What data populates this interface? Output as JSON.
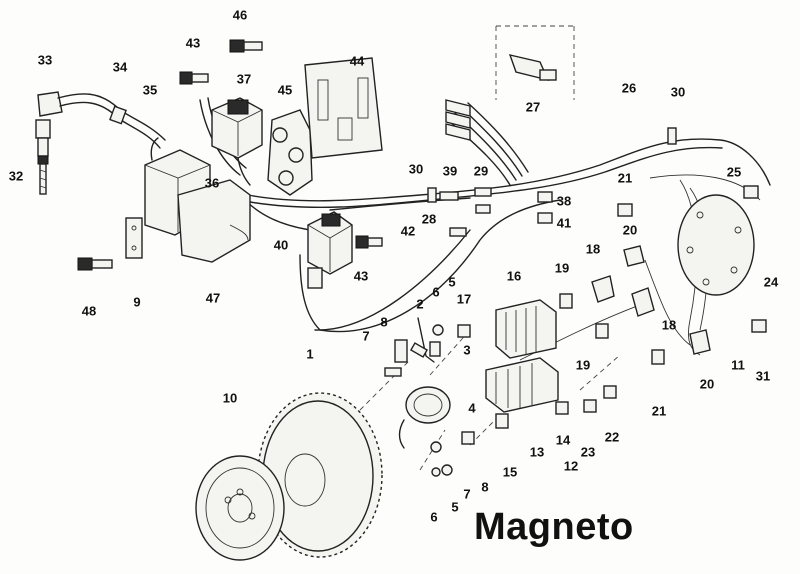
{
  "title": "Magneto",
  "callouts": [
    {
      "id": "c1",
      "text": "1"
    },
    {
      "id": "c2",
      "text": "2"
    },
    {
      "id": "c3",
      "text": "3"
    },
    {
      "id": "c4",
      "text": "4"
    },
    {
      "id": "c5a",
      "text": "5"
    },
    {
      "id": "c5b",
      "text": "5"
    },
    {
      "id": "c6a",
      "text": "6"
    },
    {
      "id": "c6b",
      "text": "6"
    },
    {
      "id": "c7a",
      "text": "7"
    },
    {
      "id": "c7b",
      "text": "7"
    },
    {
      "id": "c8a",
      "text": "8"
    },
    {
      "id": "c8b",
      "text": "8"
    },
    {
      "id": "c9",
      "text": "9"
    },
    {
      "id": "c10",
      "text": "10"
    },
    {
      "id": "c11",
      "text": "11"
    },
    {
      "id": "c12",
      "text": "12"
    },
    {
      "id": "c13",
      "text": "13"
    },
    {
      "id": "c14",
      "text": "14"
    },
    {
      "id": "c15",
      "text": "15"
    },
    {
      "id": "c16",
      "text": "16"
    },
    {
      "id": "c17",
      "text": "17"
    },
    {
      "id": "c18a",
      "text": "18"
    },
    {
      "id": "c18b",
      "text": "18"
    },
    {
      "id": "c19a",
      "text": "19"
    },
    {
      "id": "c19b",
      "text": "19"
    },
    {
      "id": "c20a",
      "text": "20"
    },
    {
      "id": "c20b",
      "text": "20"
    },
    {
      "id": "c21a",
      "text": "21"
    },
    {
      "id": "c21b",
      "text": "21"
    },
    {
      "id": "c22",
      "text": "22"
    },
    {
      "id": "c23",
      "text": "23"
    },
    {
      "id": "c24",
      "text": "24"
    },
    {
      "id": "c25",
      "text": "25"
    },
    {
      "id": "c26",
      "text": "26"
    },
    {
      "id": "c27",
      "text": "27"
    },
    {
      "id": "c28",
      "text": "28"
    },
    {
      "id": "c29",
      "text": "29"
    },
    {
      "id": "c30a",
      "text": "30"
    },
    {
      "id": "c30b",
      "text": "30"
    },
    {
      "id": "c31",
      "text": "31"
    },
    {
      "id": "c32",
      "text": "32"
    },
    {
      "id": "c33",
      "text": "33"
    },
    {
      "id": "c34",
      "text": "34"
    },
    {
      "id": "c35",
      "text": "35"
    },
    {
      "id": "c36",
      "text": "36"
    },
    {
      "id": "c37",
      "text": "37"
    },
    {
      "id": "c38",
      "text": "38"
    },
    {
      "id": "c39",
      "text": "39"
    },
    {
      "id": "c40",
      "text": "40"
    },
    {
      "id": "c41",
      "text": "41"
    },
    {
      "id": "c42",
      "text": "42"
    },
    {
      "id": "c43a",
      "text": "43"
    },
    {
      "id": "c43b",
      "text": "43"
    },
    {
      "id": "c44",
      "text": "44"
    },
    {
      "id": "c45",
      "text": "45"
    },
    {
      "id": "c46",
      "text": "46"
    },
    {
      "id": "c47",
      "text": "47"
    },
    {
      "id": "c48",
      "text": "48"
    }
  ]
}
